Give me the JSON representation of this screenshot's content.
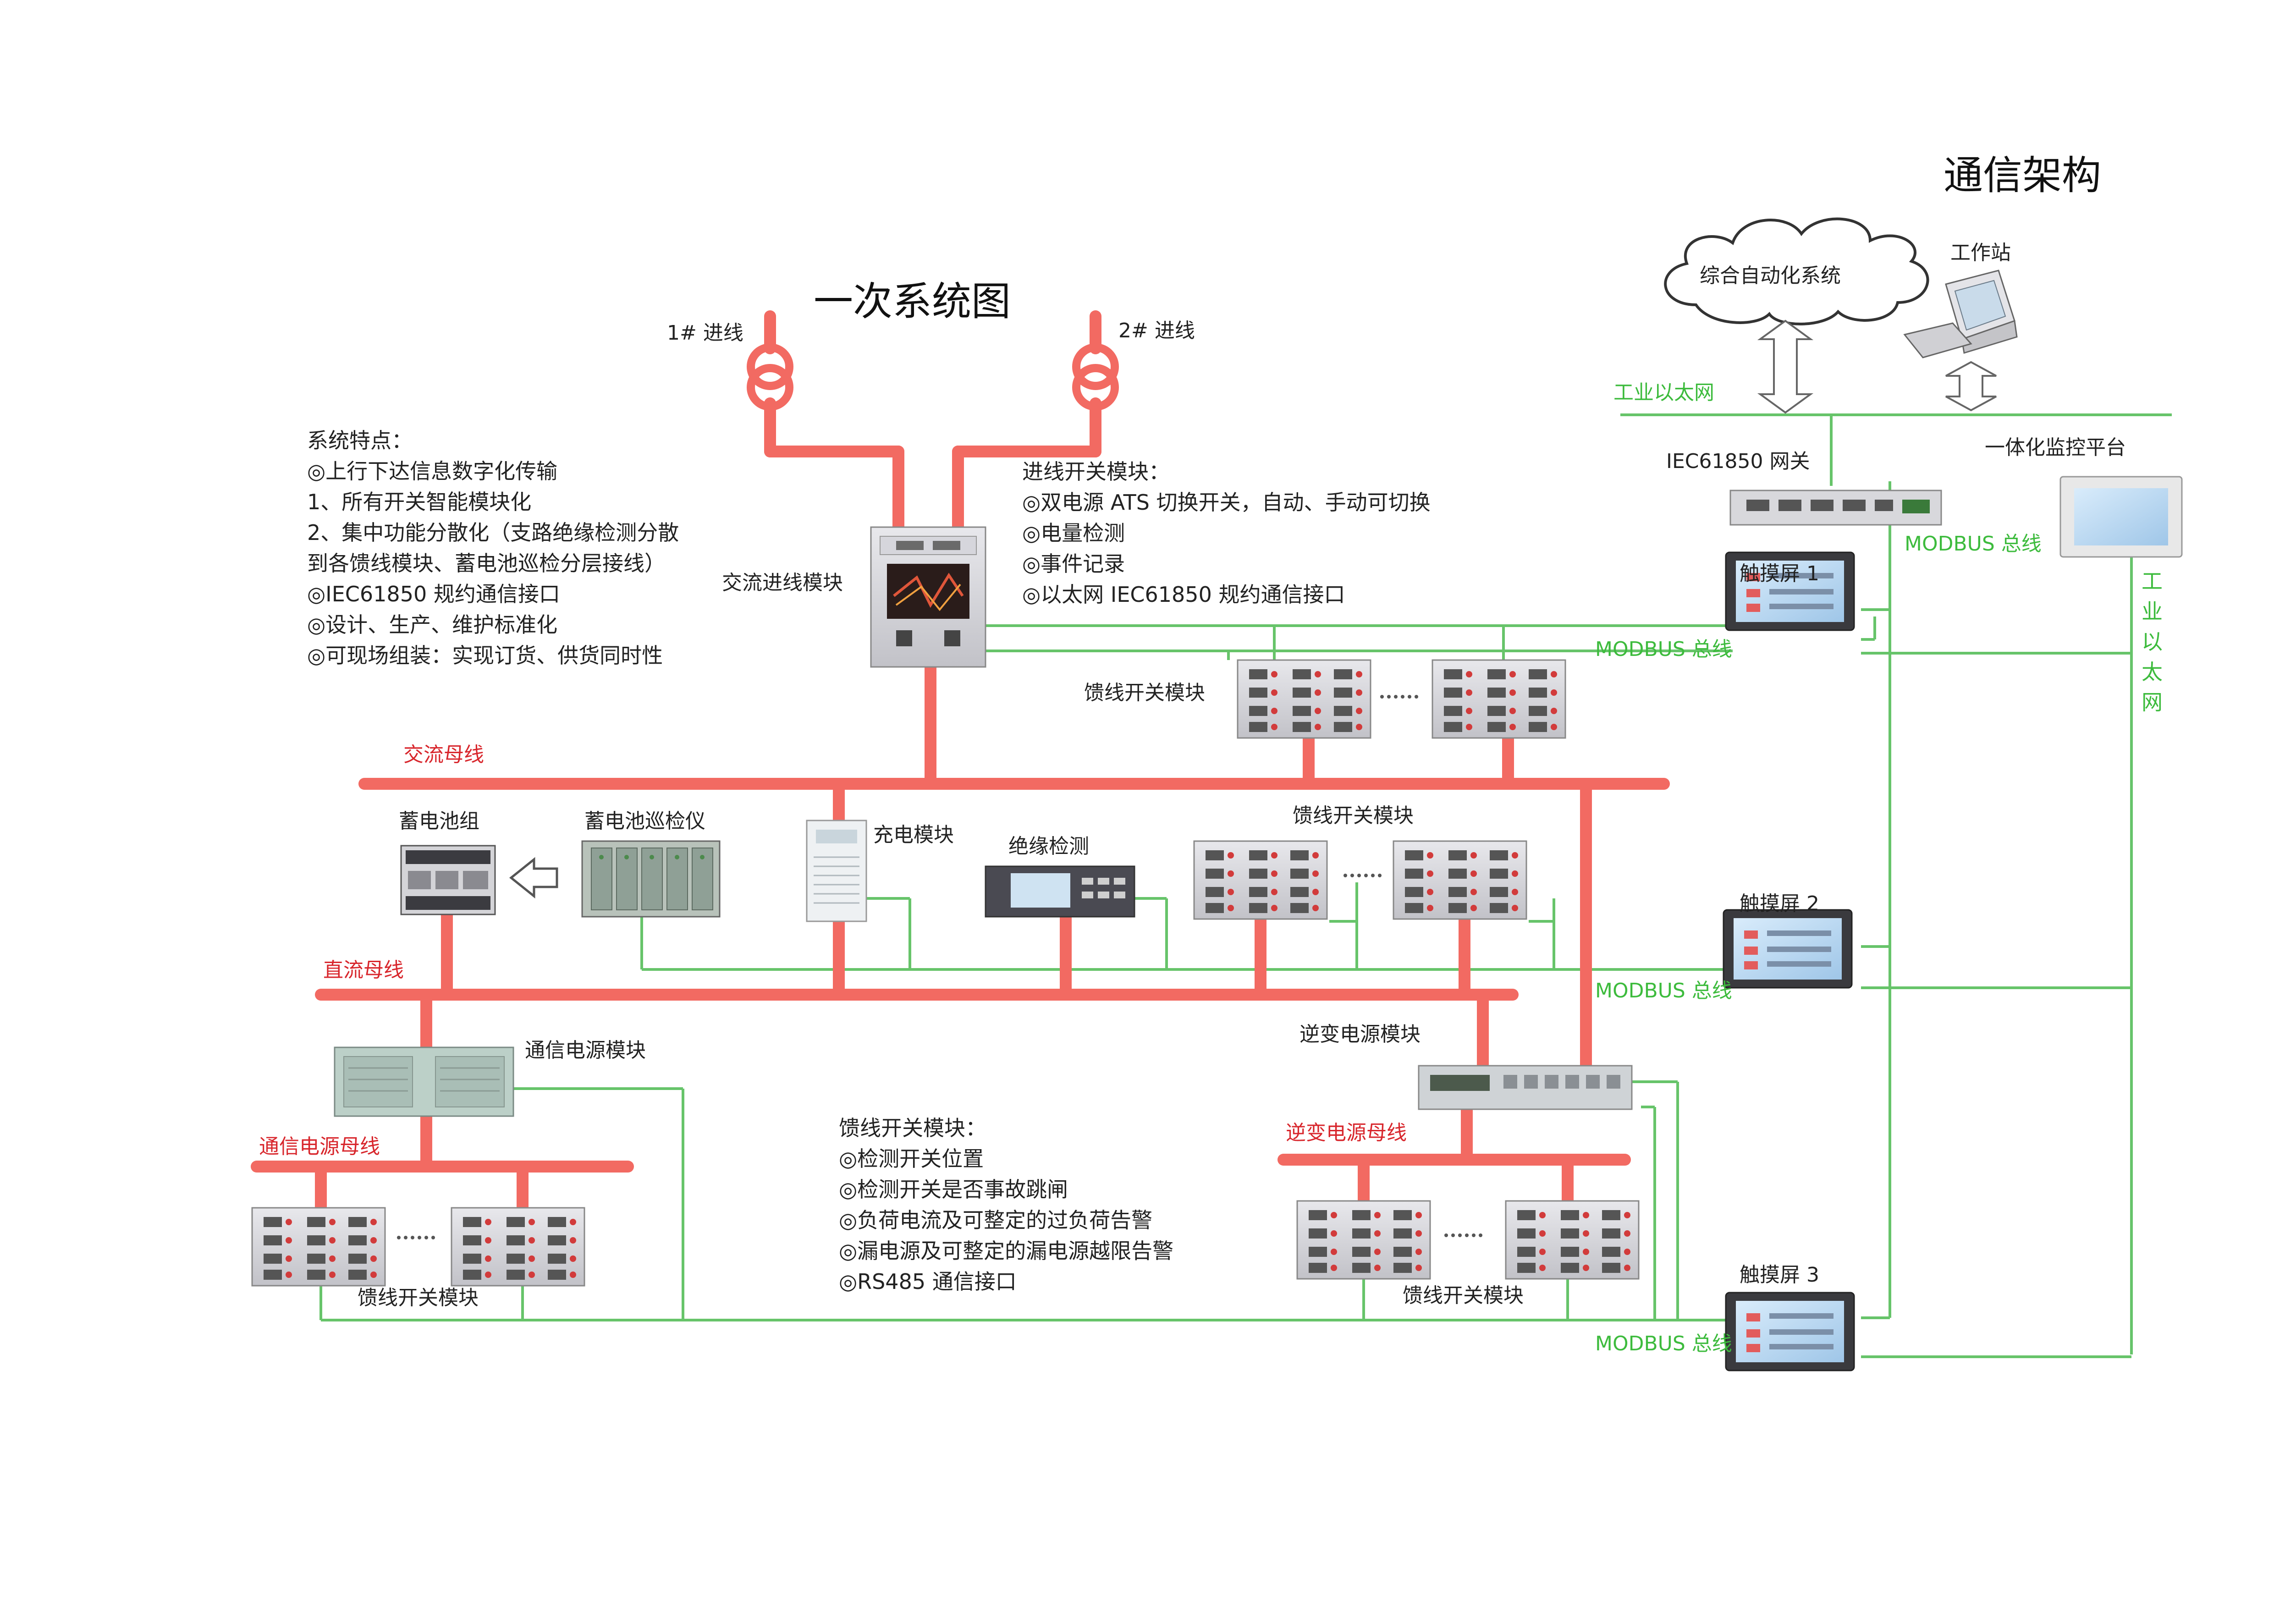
{
  "titles": {
    "primary": "一次系统图",
    "comm": "通信架构"
  },
  "incoming": {
    "line1": "1# 进线",
    "line2": "2# 进线"
  },
  "features": {
    "title": "系统特点：",
    "items": [
      "◎上行下达信息数字化传输",
      "1、所有开关智能模块化",
      "2、集中功能分散化（支路绝缘检测分散",
      "到各馈线模块、蓄电池巡检分层接线）",
      "◎IEC61850 规约通信接口",
      "◎设计、生产、维护标准化",
      "◎可现场组装：实现订货、供货同时性"
    ]
  },
  "incoming_switch_notes": {
    "title": "进线开关模块：",
    "items": [
      "◎双电源 ATS 切换开关，自动、手动可切换",
      "◎电量检测",
      "◎事件记录",
      "◎以太网 IEC61850 规约通信接口"
    ]
  },
  "feeder_notes": {
    "title": "馈线开关模块：",
    "items": [
      "◎检测开关位置",
      "◎检测开关是否事故跳闸",
      "◎负荷电流及可整定的过负荷告警",
      "◎漏电源及可整定的漏电源越限告警",
      "◎RS485 通信接口"
    ]
  },
  "modules": {
    "ac_incoming": "交流进线模块",
    "feeder": "馈线开关模块",
    "battery": "蓄电池组",
    "battery_inspector": "蓄电池巡检仪",
    "charger": "充电模块",
    "insulation": "绝缘检测",
    "comm_power": "通信电源模块",
    "inverter": "逆变电源模块"
  },
  "buses": {
    "ac": "交流母线",
    "dc": "直流母线",
    "comm_power": "通信电源母线",
    "inverter": "逆变电源母线"
  },
  "network": {
    "cloud": "综合自动化系统",
    "workstation": "工作站",
    "industrial_ethernet": "工业以太网",
    "industrial_ethernet_vertical": [
      "工",
      "业",
      "以",
      "太",
      "网"
    ],
    "gateway": "IEC61850 网关",
    "platform": "一体化监控平台",
    "modbus": "MODBUS 总线",
    "touch1": "触摸屏 1",
    "touch2": "触摸屏 2",
    "touch3": "触摸屏 3"
  },
  "colors": {
    "power_line": "#f26a62",
    "bus_red_text": "#d8262c",
    "comm_line": "#67c46a",
    "comm_text": "#3dbb3d"
  }
}
